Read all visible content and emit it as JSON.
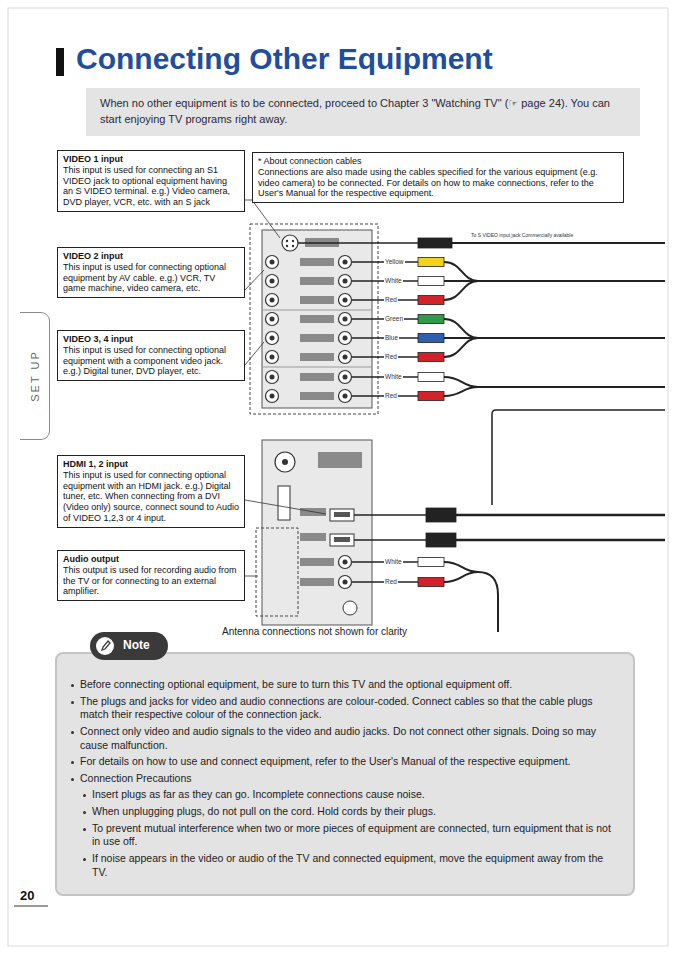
{
  "diagram": {
    "title": "Connecting Other Equipment",
    "caption": "Antenna connections not shown for clarity",
    "nodes": [
      {
        "text": [
          "When no other equipment is to be connected, proceed to Chapter 3 \"Watching TV\" (☞ page 24). You can start enjoying TV programs right away."
        ]
      },
      {
        "text": [
          "VIDEO 1 input",
          "This input is used for connecting an S1 VIDEO jack to optional equipment having an S VIDEO terminal. e.g.) Video camera, DVD player, VCR, etc. with an S jack"
        ]
      },
      {
        "text": [
          "* About connection cables",
          "Connections are also made using the cables specified for the various equipment (e.g. video camera) to be connected. For details on how to make connections, refer to the User's Manual for the respective equipment."
        ]
      },
      {
        "text": [
          "VIDEO 2 input",
          "This input is used for connecting optional equipment by AV cable. e.g.) VCR, TV game machine, video camera, etc."
        ]
      },
      {
        "text": [
          "VIDEO 3, 4 input",
          "This input is used for connecting optional equipment with a component video jack. e.g.) Digital tuner, DVD player, etc."
        ]
      },
      {
        "text": [
          "HDMI 1, 2 input",
          "This input is used for connecting optional equipment with an HDMI jack. e.g.) Digital tuner, etc. When connecting from a DVI (Video only) source, connect sound to Audio of VIDEO 1,2,3 or 4 input."
        ]
      },
      {
        "text": [
          "Audio output",
          "This output is used for recording audio from the TV or for connecting to an external amplifier."
        ]
      },
      {
        "text": [
          "SET UP"
        ]
      },
      {
        "text": [
          "Note",
          "Before connecting optional equipment, be sure to turn this TV and the optional equipment off.",
          "The plugs and jacks for video and audio connections are colour-coded. Connect cables so that the cable plugs match their respective colour of the connection jack.",
          "Connect only video and audio signals to the video and audio jacks. Do not connect other signals. Doing so may cause malfunction.",
          "For details on how to use and connect equipment, refer to the User's Manual of the respective equipment.",
          "Connection Precautions",
          "Insert plugs as far as they can go. Incomplete connections cause noise.",
          "When unplugging plugs, do not pull on the cord. Hold cords by their plugs.",
          "To prevent mutual interference when two or more pieces of equipment are connected, turn equipment that is not in use off.",
          "If noise appears in the video or audio of the TV and connected equipment, move the equipment away from the TV."
        ]
      }
    ],
    "labels": [
      "To S VIDEO input jack Commercially available",
      "Yellow",
      "White",
      "Red",
      "Green",
      "Blue",
      "Red",
      "White",
      "Red",
      "White",
      "Red",
      "20"
    ]
  }
}
